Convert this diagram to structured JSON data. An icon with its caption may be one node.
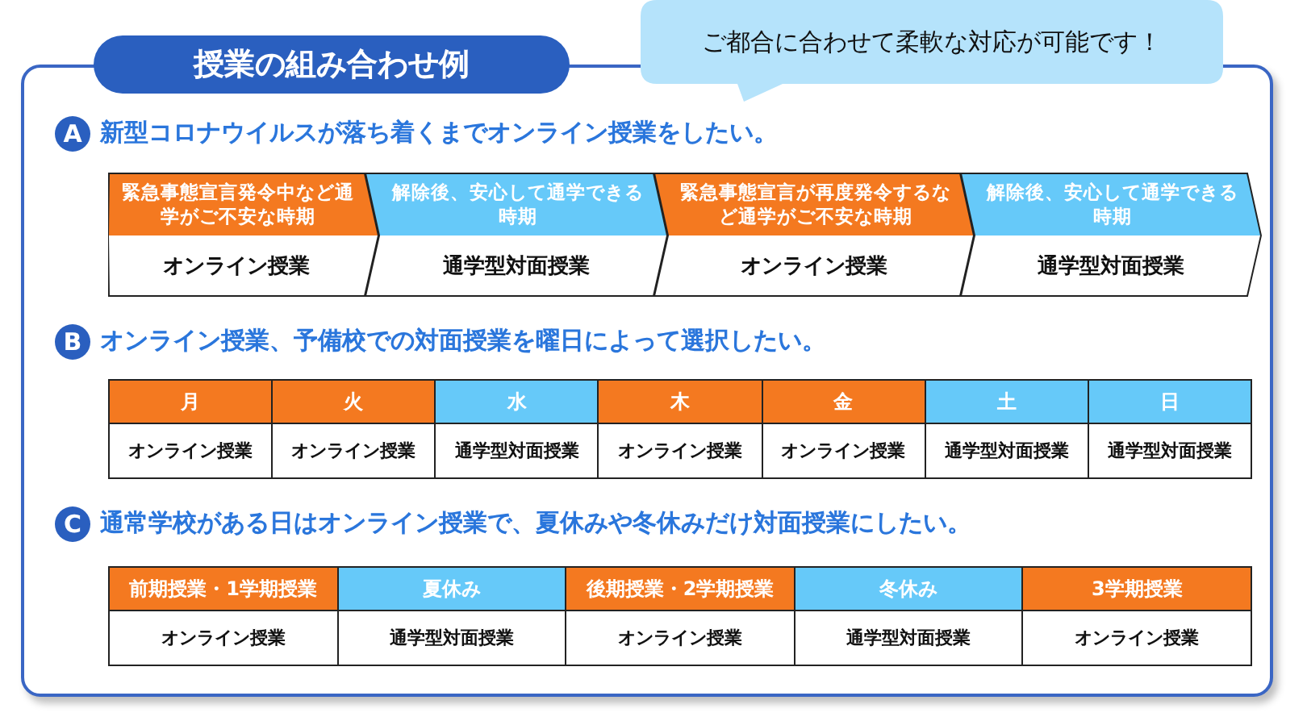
{
  "diagram": {
    "nodes": [
      {
        "text": [
          "授業の組み合わせ例"
        ]
      },
      {
        "text": [
          "ご都合に合わせて柔軟な対応が可能です！"
        ]
      },
      {
        "text": [
          "A"
        ],
        "beside": [
          "新型コロナウイルスが落ち着くまでオンライン授業をしたい。"
        ]
      },
      {
        "text": [
          "緊急事態宣言発令中など通学がご不安な時期",
          "オンライン授業"
        ]
      },
      {
        "text": [
          "解除後、安心して通学できる時期",
          "通学型対面授業"
        ]
      },
      {
        "text": [
          "緊急事態宣言が再度発令するなど通学がご不安な時期",
          "オンライン授業"
        ]
      },
      {
        "text": [
          "解除後、安心して通学できる時期",
          "通学型対面授業"
        ]
      },
      {
        "text": [
          "B"
        ],
        "beside": [
          "オンライン授業、予備校での対面授業を曜日によって選択したい。"
        ]
      },
      {
        "text": [
          "C"
        ],
        "beside": [
          "通常学校がある日はオンライン授業で、夏休みや冬休みだけ対面授業にしたい。"
        ]
      }
    ],
    "edges": [],
    "labels": [
      "月",
      "火",
      "水",
      "木",
      "金",
      "土",
      "日",
      "オンライン授業",
      "オンライン授業",
      "通学型対面授業",
      "オンライン授業",
      "オンライン授業",
      "通学型対面授業",
      "通学型対面授業",
      "前期授業・1学期授業",
      "夏休み",
      "後期授業・2学期授業",
      "冬休み",
      "3学期授業",
      "オンライン授業",
      "通学型対面授業",
      "オンライン授業",
      "通学型対面授業",
      "オンライン授業"
    ]
  }
}
